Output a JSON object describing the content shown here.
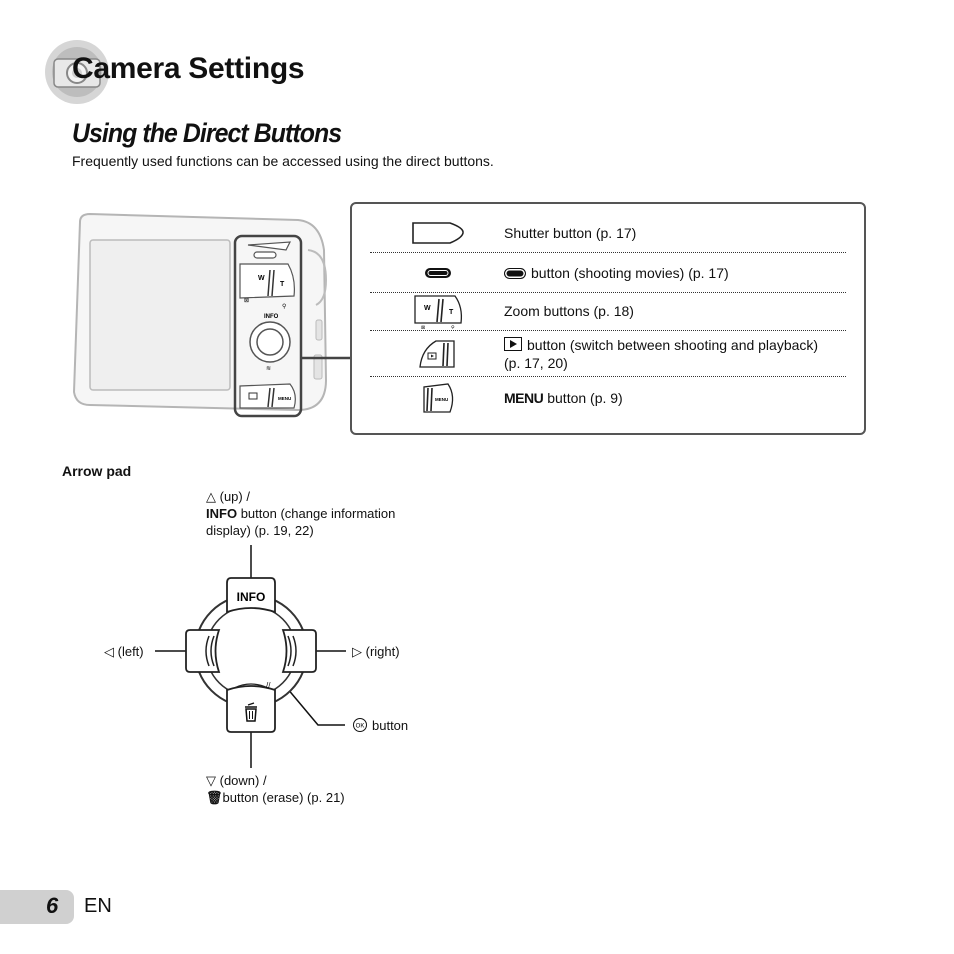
{
  "header": {
    "chapter_title": "Camera Settings",
    "section_title": "Using the Direct Buttons",
    "intro": "Frequently used functions can be accessed using the direct buttons."
  },
  "camera_labels": {
    "w": "W",
    "t": "T",
    "info": "INFO",
    "menu": "MENU"
  },
  "legend": {
    "items": [
      {
        "icon": "shutter-button-icon",
        "text": "Shutter button (p. 17)"
      },
      {
        "icon": "movie-button-icon",
        "text": "button (shooting movies) (p. 17)"
      },
      {
        "icon": "zoom-buttons-icon",
        "text": "Zoom buttons (p. 18)"
      },
      {
        "icon": "playback-button-icon",
        "text": "button (switch between shooting and playback) (p. 17, 20)"
      },
      {
        "icon": "menu-button-icon",
        "menu_word": "MENU",
        "text": "button (p. 9)"
      }
    ],
    "zoom_w": "W",
    "zoom_t": "T",
    "menu_small": "MENU"
  },
  "arrow_pad": {
    "title": "Arrow pad",
    "up_line1": "(up) /",
    "up_info_word": "INFO",
    "up_line2": "button (change information",
    "up_line3": "display) (p. 19, 22)",
    "info_button_label": "INFO",
    "left": "(left)",
    "right": "(right)",
    "ok_symbol": "OK",
    "ok_text": "button",
    "down_line1": "(down) /",
    "down_line2": "button (erase) (p. 21)"
  },
  "footer": {
    "page_number": "6",
    "language": "EN"
  }
}
